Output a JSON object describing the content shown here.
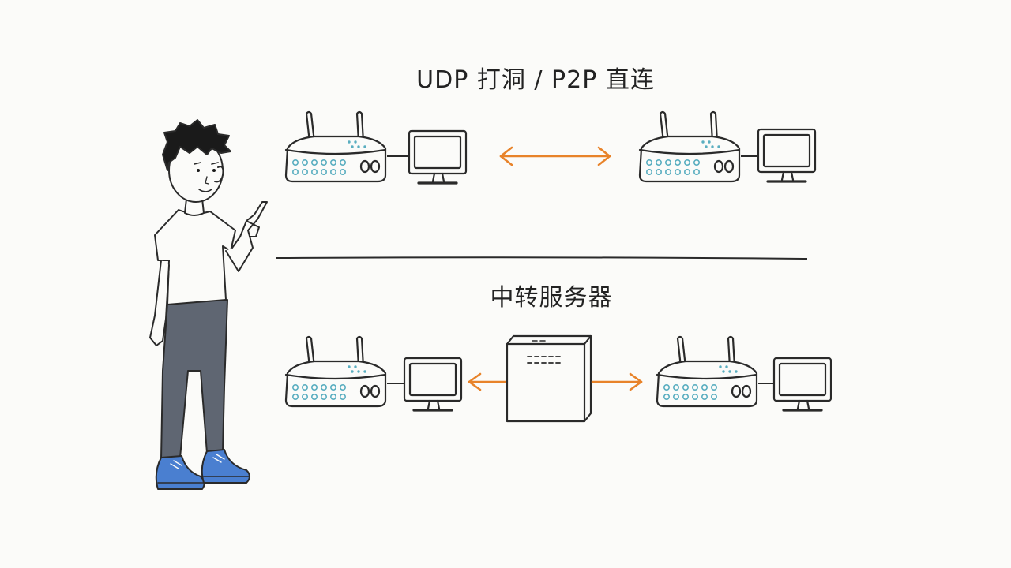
{
  "diagram": {
    "top_title": "UDP 打洞 / P2P 直连",
    "bottom_title": "中转服务器"
  },
  "colors": {
    "ink": "#2a2a2a",
    "arrow": "#e8832a",
    "led": "#5aaec0",
    "pants": "#5f6672",
    "shoes": "#4a7fd0",
    "hair": "#1a1a1a"
  },
  "icons": [
    "router-icon",
    "monitor-icon",
    "relay-server-icon",
    "person-illustration",
    "double-arrow-icon"
  ]
}
